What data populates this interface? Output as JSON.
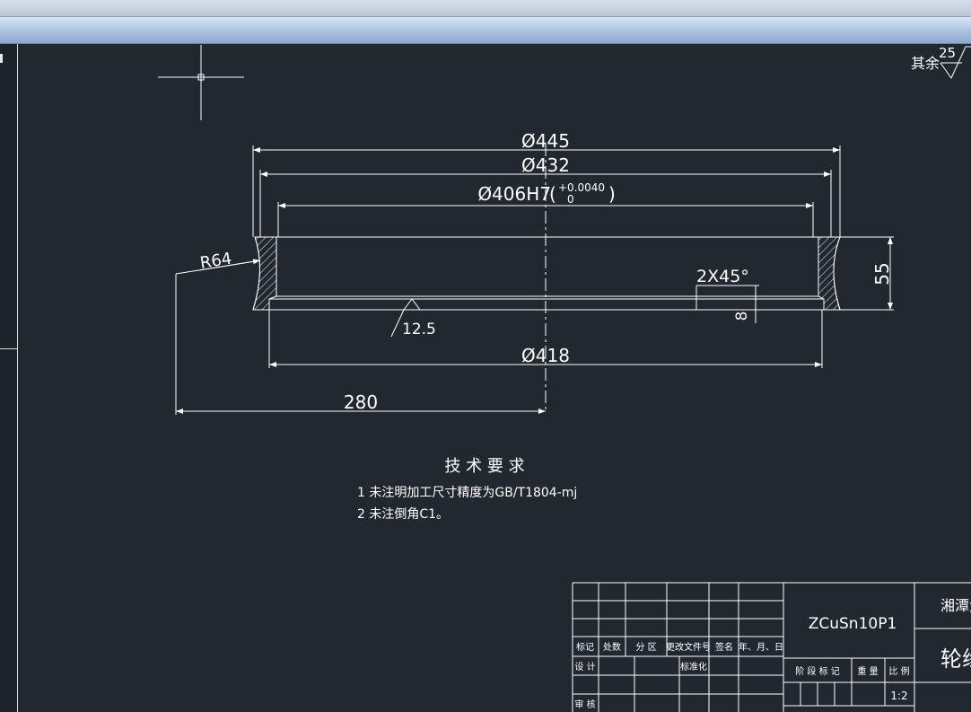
{
  "dims": {
    "d445": "Ø445",
    "d432": "Ø432",
    "d406": "Ø406H7",
    "tol_upper": "+0.0040",
    "tol_lower": "0",
    "d418": "Ø418",
    "r64": "R64",
    "h55": "55",
    "chamfer": "2X45°",
    "chamfer_h": "8",
    "len280": "280",
    "rough": "12.5"
  },
  "rough_other": {
    "label": "其余",
    "value": "25"
  },
  "tech": {
    "title": "技 术 要 求",
    "items": [
      "1  未注明加工尺寸精度为GB/T1804-mj",
      "2  未注倒角C1。"
    ]
  },
  "title_block": {
    "material": "ZCuSn10P1",
    "school": "湘潭大学",
    "part": "轮缘",
    "scale": "1:2",
    "head": [
      "标记",
      "处数",
      "分 区",
      "更改文件号",
      "签名",
      "年、月、日"
    ],
    "design": "设 计",
    "standard": "标准化",
    "review": "审 核",
    "stage_labels": [
      "阶 段 标 记",
      "重 量",
      "比 例"
    ]
  }
}
